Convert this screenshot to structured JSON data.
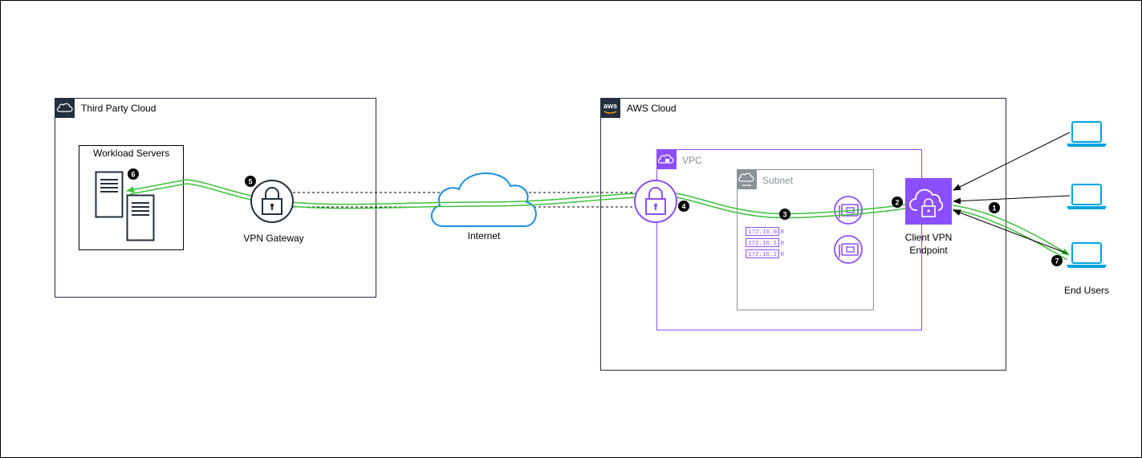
{
  "groups": {
    "third_party": "Third Party Cloud",
    "aws": "AWS Cloud",
    "aws_logo_text": "aws",
    "vpc": "VPC",
    "subnet": "Subnet"
  },
  "nodes": {
    "workload_servers": "Workload Servers",
    "vpn_gateway": "VPN Gateway",
    "internet": "Internet",
    "client_vpn_line1": "Client VPN",
    "client_vpn_line2": "Endpoint",
    "end_users": "End Users"
  },
  "route_table": [
    "172.16.0.0",
    "172.16.1.0",
    "172.16.2.0"
  ],
  "steps": [
    "1",
    "2",
    "3",
    "4",
    "5",
    "6",
    "7"
  ],
  "colors": {
    "aws_purple": "#8c4fff",
    "green_path": "#3cc13c",
    "cloud_blue": "#1a8fe3",
    "laptop_blue": "#00a4e4",
    "group_gray": "#232f3e",
    "subnet_gray": "#879196"
  }
}
